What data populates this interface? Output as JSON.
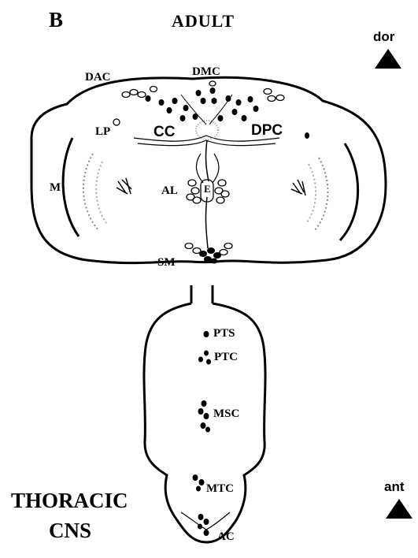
{
  "figure": {
    "panel_letter": "B",
    "title": "ADULT",
    "bottom_title_line1": "THORACIC",
    "bottom_title_line2": "CNS",
    "colors": {
      "ink": "#000000",
      "background": "#ffffff",
      "stipple": "#888888"
    }
  },
  "orientation": {
    "dorsal_label": "dor",
    "anterior_label": "ant",
    "icon": "triangle-icon"
  },
  "brain_labels": {
    "dac": "DAC",
    "dmc": "DMC",
    "lp": "LP",
    "cc": "CC",
    "dpc": "DPC",
    "m": "M",
    "al": "AL",
    "e": "E",
    "sm": "SM"
  },
  "thoracic_labels": {
    "pts": "PTS",
    "ptc": "PTC",
    "msc": "MSC",
    "mtc": "MTC",
    "ac": "AC"
  }
}
